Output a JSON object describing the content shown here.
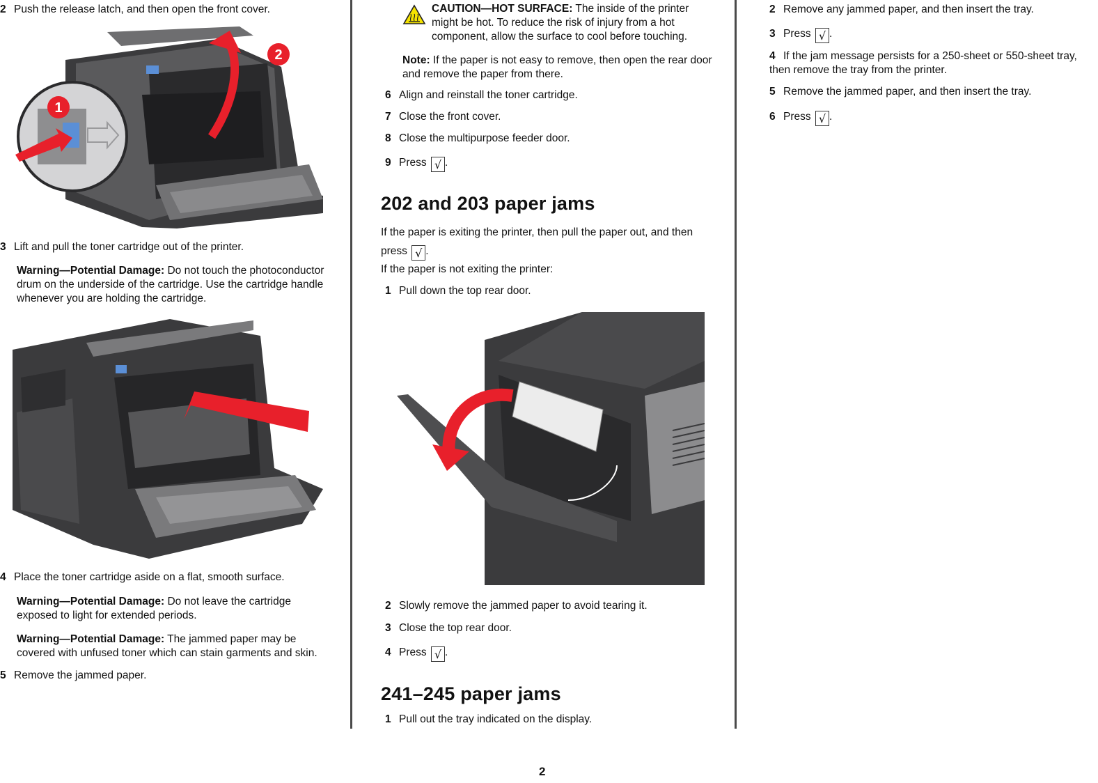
{
  "col1": {
    "step2": {
      "num": "2",
      "text": "Push the release latch, and then open the front cover."
    },
    "step3": {
      "num": "3",
      "text": "Lift and pull the toner cartridge out of the printer."
    },
    "warning1": {
      "label": "Warning—Potential Damage:",
      "text": " Do not touch the photoconductor drum on the underside of the cartridge. Use the cartridge handle whenever you are holding the cartridge."
    },
    "step4": {
      "num": "4",
      "text": "Place the toner cartridge aside on a flat, smooth surface."
    },
    "warning2": {
      "label": "Warning—Potential Damage:",
      "text": " Do not leave the cartridge exposed to light for extended periods."
    },
    "warning3": {
      "label": "Warning—Potential Damage:",
      "text": " The jammed paper may be covered with unfused toner which can stain garments and skin."
    },
    "step5": {
      "num": "5",
      "text": "Remove the jammed paper."
    },
    "callout1": "1",
    "callout2": "2"
  },
  "col2": {
    "caution": {
      "label": "CAUTION—HOT SURFACE:",
      "text": " The inside of the printer might be hot. To reduce the risk of injury from a hot component, allow the surface to cool before touching."
    },
    "note": {
      "label": "Note:",
      "text": " If the paper is not easy to remove, then open the rear door and remove the paper from there."
    },
    "step6": {
      "num": "6",
      "text": "Align and reinstall the toner cartridge."
    },
    "step7": {
      "num": "7",
      "text": "Close the front cover."
    },
    "step8": {
      "num": "8",
      "text": "Close the multipurpose feeder door."
    },
    "step9": {
      "num": "9",
      "text": "Press"
    },
    "heading1": "202 and 203 paper jams",
    "intro1": "If the paper is exiting the printer, then pull the paper out, and then press",
    "intro2": "If the paper is not exiting the printer:",
    "s1": {
      "num": "1",
      "text": "Pull down the top rear door."
    },
    "s2": {
      "num": "2",
      "text": "Slowly remove the jammed paper to avoid tearing it."
    },
    "s3": {
      "num": "3",
      "text": "Close the top rear door."
    },
    "s4": {
      "num": "4",
      "text": "Press"
    },
    "heading2": "241–245 paper jams",
    "t1": {
      "num": "1",
      "text": "Pull out the tray indicated on the display."
    }
  },
  "col3": {
    "s2": {
      "num": "2",
      "text": "Remove any jammed paper, and then insert the tray."
    },
    "s3": {
      "num": "3",
      "text": "Press"
    },
    "s4": {
      "num": "4",
      "text": "If the jam message persists for a 250-sheet or 550-sheet tray, then remove the tray from the printer."
    },
    "s5": {
      "num": "5",
      "text": "Remove the jammed paper, and then insert the tray."
    },
    "s6": {
      "num": "6",
      "text": "Press"
    }
  },
  "check_glyph": "√",
  "period": ".",
  "page_number": "2",
  "colors": {
    "arrow_red": "#e8202b",
    "latch_blue": "#5b8fd6",
    "printer_dark": "#3b3b3d",
    "printer_mid": "#6a6a6c",
    "caution_yellow": "#f5e300"
  }
}
